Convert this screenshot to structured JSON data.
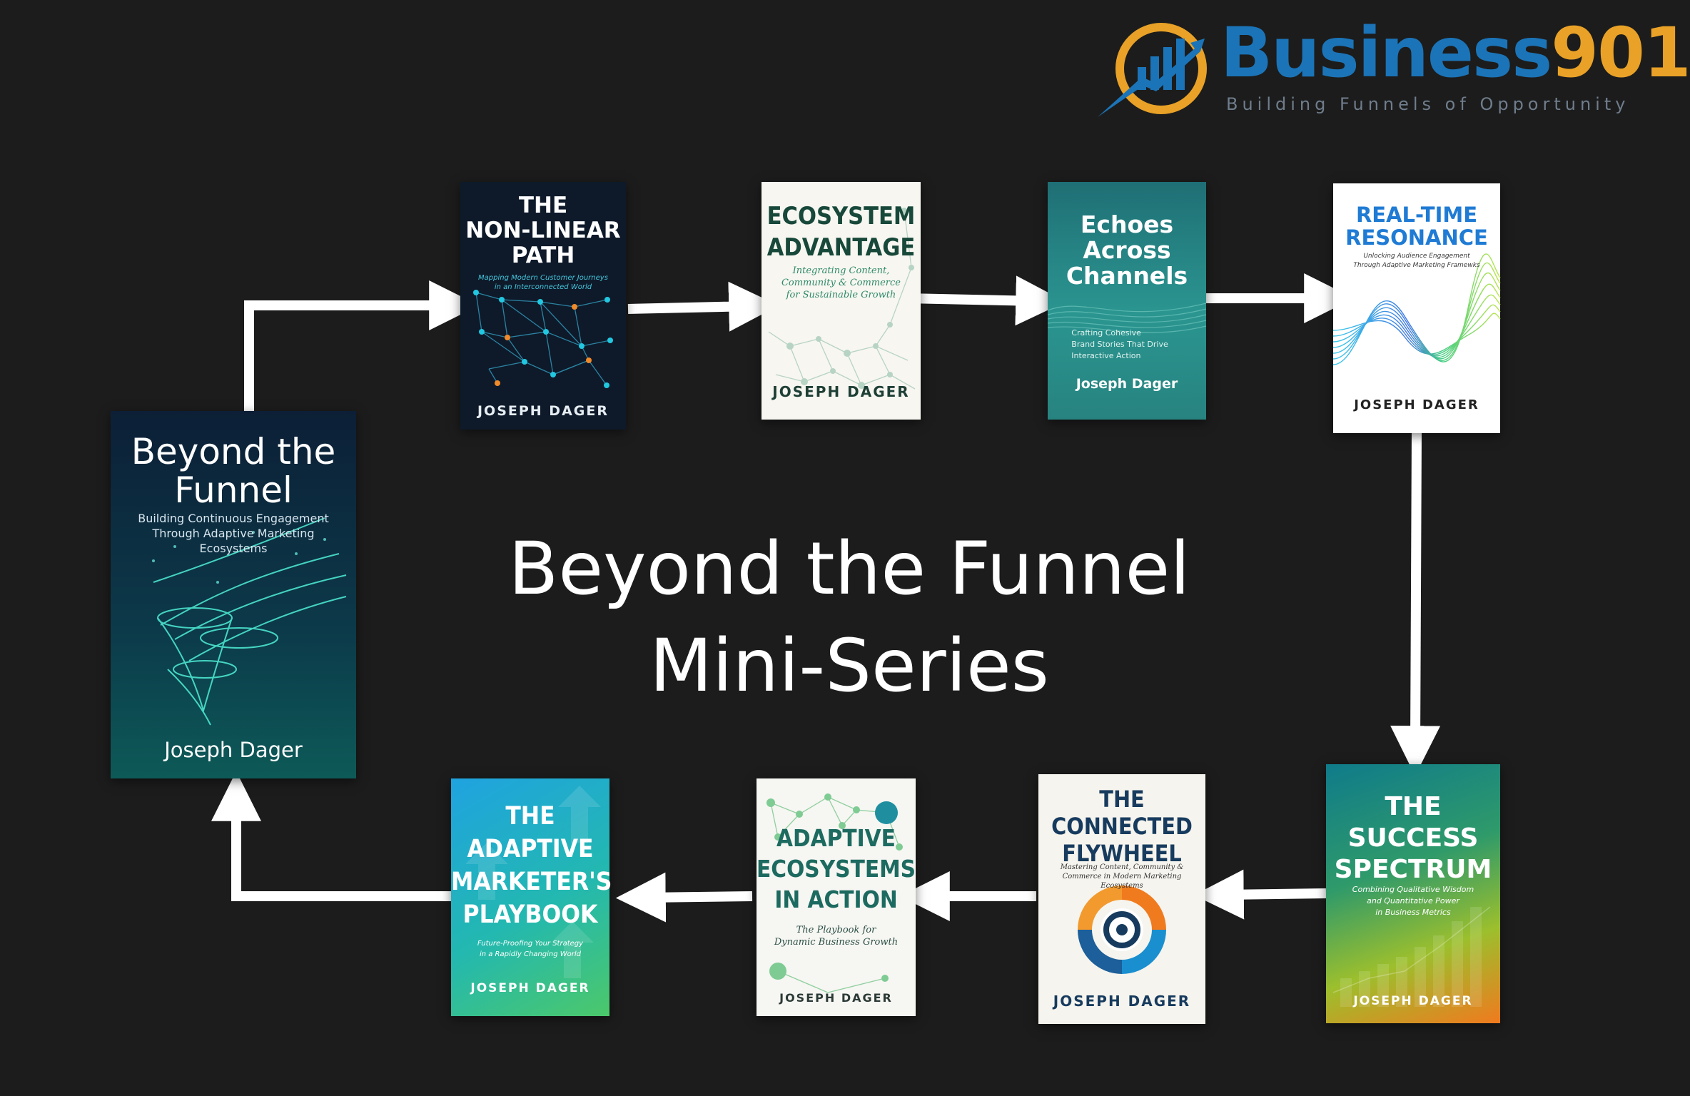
{
  "brand": {
    "name_part1": "Business",
    "name_part2": "901",
    "tagline": "Building Funnels of Opportunity",
    "colors": {
      "blue": "#1b74b8",
      "gold": "#e9a227"
    }
  },
  "series_title": {
    "line1": "Beyond the Funnel",
    "line2": "Mini-Series"
  },
  "books": [
    {
      "title": "Beyond the\nFunnel",
      "subtitle": "Building Continuous Engagement\nThrough Adaptive Marketing Ecosystems",
      "author": "Joseph Dager"
    },
    {
      "title": "THE\nNON-LINEAR\nPATH",
      "subtitle": "Mapping Modern Customer Journeys\nin an Interconnected World",
      "author": "JOSEPH DAGER"
    },
    {
      "title": "ECOSYSTEM\nADVANTAGE",
      "subtitle": "Integrating Content,\nCommunity & Commerce\nfor Sustainable Growth",
      "author": "JOSEPH DAGER"
    },
    {
      "title": "Echoes\nAcross\nChannels",
      "subtitle": "Crafting Cohesive\nBrand Stories That Drive\nInteractive Action",
      "author": "Joseph Dager"
    },
    {
      "title": "REAL-TIME\nRESONANCE",
      "subtitle": "Unlocking Audience Engagement\nThrough Adaptive Marketing Framewks",
      "author": "JOSEPH DAGER"
    },
    {
      "title": "THE\nSUCCESS\nSPECTRUM",
      "subtitle": "Combining Qualitative Wisdom\nand Quantitative Power\nin Business Metrics",
      "author": "JOSEPH DAGER"
    },
    {
      "title": "THE\nCONNECTED\nFLYWHEEL",
      "subtitle": "Mastering Content, Community &\nCommerce in Modern Marketing Ecosystems",
      "author": "JOSEPH DAGER"
    },
    {
      "title": "ADAPTIVE\nECOSYSTEMS\nIN ACTION",
      "subtitle": "The Playbook for\nDynamic Business Growth",
      "author": "JOSEPH DAGER"
    },
    {
      "title": "THE\nADAPTIVE\nMARKETER'S\nPLAYBOOK",
      "subtitle": "Future-Proofing Your Strategy\nin a Rapidly Changing World",
      "author": "JOSEPH DAGER"
    }
  ]
}
